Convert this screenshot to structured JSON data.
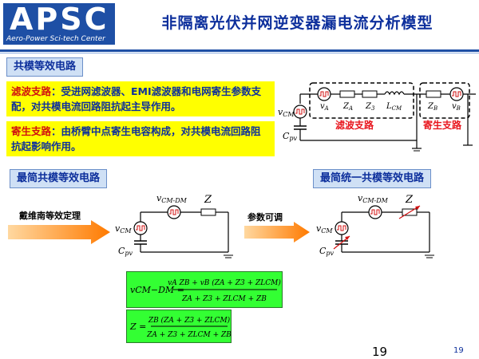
{
  "header": {
    "logo": "APSC",
    "logo_sub": "Aero-Power Sci-tech Center",
    "title": "非隔离光伏并网逆变器漏电流分析模型"
  },
  "sections": {
    "common_mode": "共模等效电路",
    "simplest": "最简共模等效电路",
    "unified": "最简统一共模等效电路"
  },
  "notes": {
    "filter_key": "滤波支路",
    "filter_text": "：受进网滤波器、EMI滤波器和电网寄生参数支配，对共模电流回路阻抗起主导作用。",
    "parasitic_key": "寄生支路",
    "parasitic_text": "：由桥臂中点寄生电容构成，对共模电流回路阻抗起影响作用。"
  },
  "circuit_labels": {
    "filter_branch": "滤波支路",
    "parasitic_branch": "寄生支路",
    "vcm": "vCM",
    "cpv": "Cpv",
    "vcmdm": "vCM-DM",
    "z": "Z",
    "va": "vA",
    "za": "ZA",
    "z3": "Z3",
    "lcm": "LCM",
    "zb": "ZB",
    "vb": "vB"
  },
  "arrows": {
    "thevenin": "戴维南等效定理",
    "tunable": "参数可调"
  },
  "formulas": {
    "f1_lhs": "vCM−DM =",
    "f1_num": "vA ZB + vB (ZA + Z3 + ZLCM)",
    "f1_den": "ZA + Z3 + ZLCM + ZB",
    "f2_lhs": "Z =",
    "f2_num": "ZB (ZA + Z3 + ZLCM)",
    "f2_den": "ZA + Z3 + ZLCM + ZB"
  },
  "page": {
    "number": "19",
    "number_small": "19"
  },
  "colors": {
    "brand": "#1e4fa5",
    "title": "#0d2f9c",
    "highlight": "#ffff00",
    "formula_bg": "#33ff33",
    "red": "#e8141c"
  }
}
